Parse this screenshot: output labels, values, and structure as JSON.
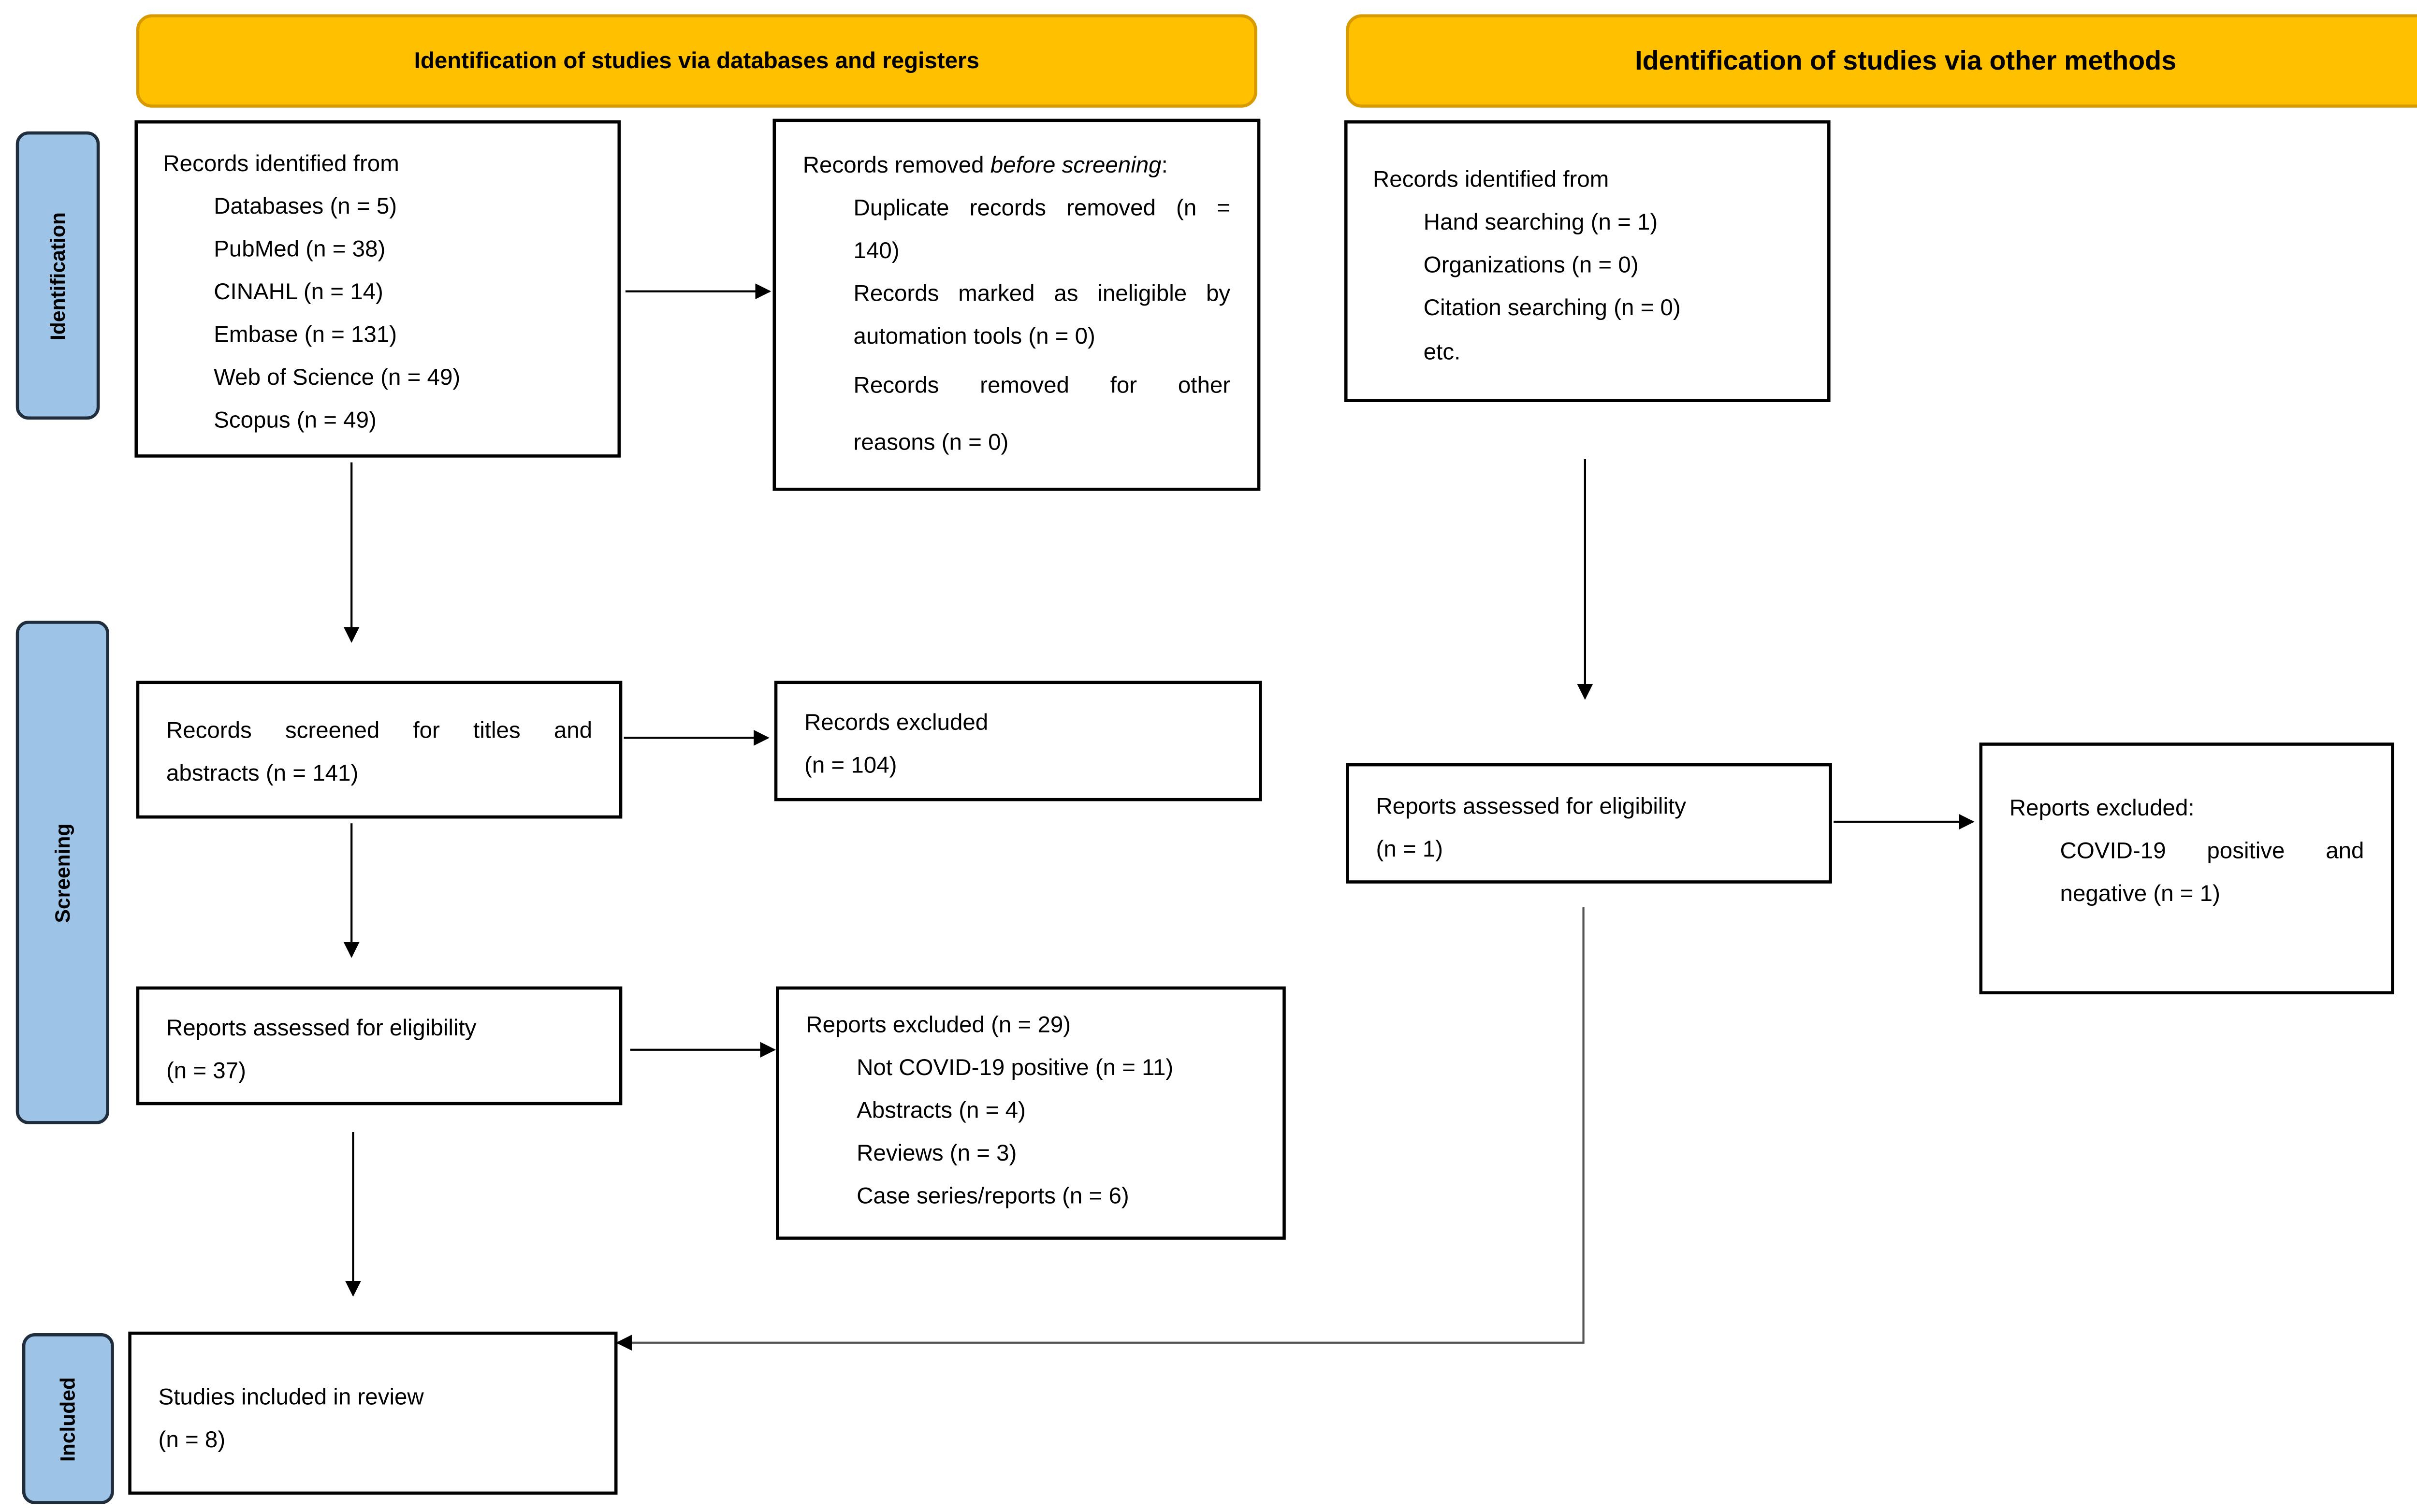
{
  "headers": {
    "databases": "Identification of studies via databases and registers",
    "other": "Identification of studies via other methods"
  },
  "stages": {
    "identification": "Identification",
    "screening": "Screening",
    "included": "Included"
  },
  "db_identified": {
    "title": "Records identified from",
    "items": [
      "Databases  (n = 5)",
      "PubMed (n = 38)",
      "CINAHL  (n = 14)",
      "Embase  (n = 131)",
      "Web of Science (n = 49)",
      "Scopus (n = 49)"
    ]
  },
  "removed": {
    "title_prefix": "Records removed ",
    "title_emph": "before screening",
    "title_suffix": ":",
    "line1": "Duplicate records removed (n =",
    "line2": "140)",
    "line3": "Records marked as ineligible by",
    "line4": "automation tools (n = 0)",
    "line5": "Records removed for other",
    "line6": "reasons (n = 0)"
  },
  "other_identified": {
    "title": "Records identified from",
    "items": [
      "Hand searching (n = 1)",
      "Organizations (n = 0)",
      "Citation searching (n = 0)",
      "etc."
    ]
  },
  "screened": {
    "line1": "Records screened for titles and",
    "line2": "abstracts (n = 141)"
  },
  "records_excluded": {
    "line1": "Records excluded",
    "line2": "(n = 104)"
  },
  "assessed_db": {
    "line1": "Reports assessed for eligibility",
    "line2": "(n = 37)"
  },
  "reports_excluded_db": {
    "title": "Reports excluded (n = 29)",
    "items": [
      "Not COVID-19 positive (n = 11)",
      "Abstracts (n = 4)",
      "Reviews (n = 3)",
      "Case series/reports (n = 6)"
    ]
  },
  "assessed_other": {
    "line1": "Reports assessed for eligibility",
    "line2": "(n = 1)"
  },
  "reports_excluded_other": {
    "title": "Reports excluded:",
    "line1": "COVID-19 positive and",
    "line2": "negative (n = 1)"
  },
  "included": {
    "line1": "Studies included in review",
    "line2": "(n = 8)"
  },
  "colors": {
    "header_fill": "#FFC000",
    "stage_fill": "#9DC3E6"
  }
}
